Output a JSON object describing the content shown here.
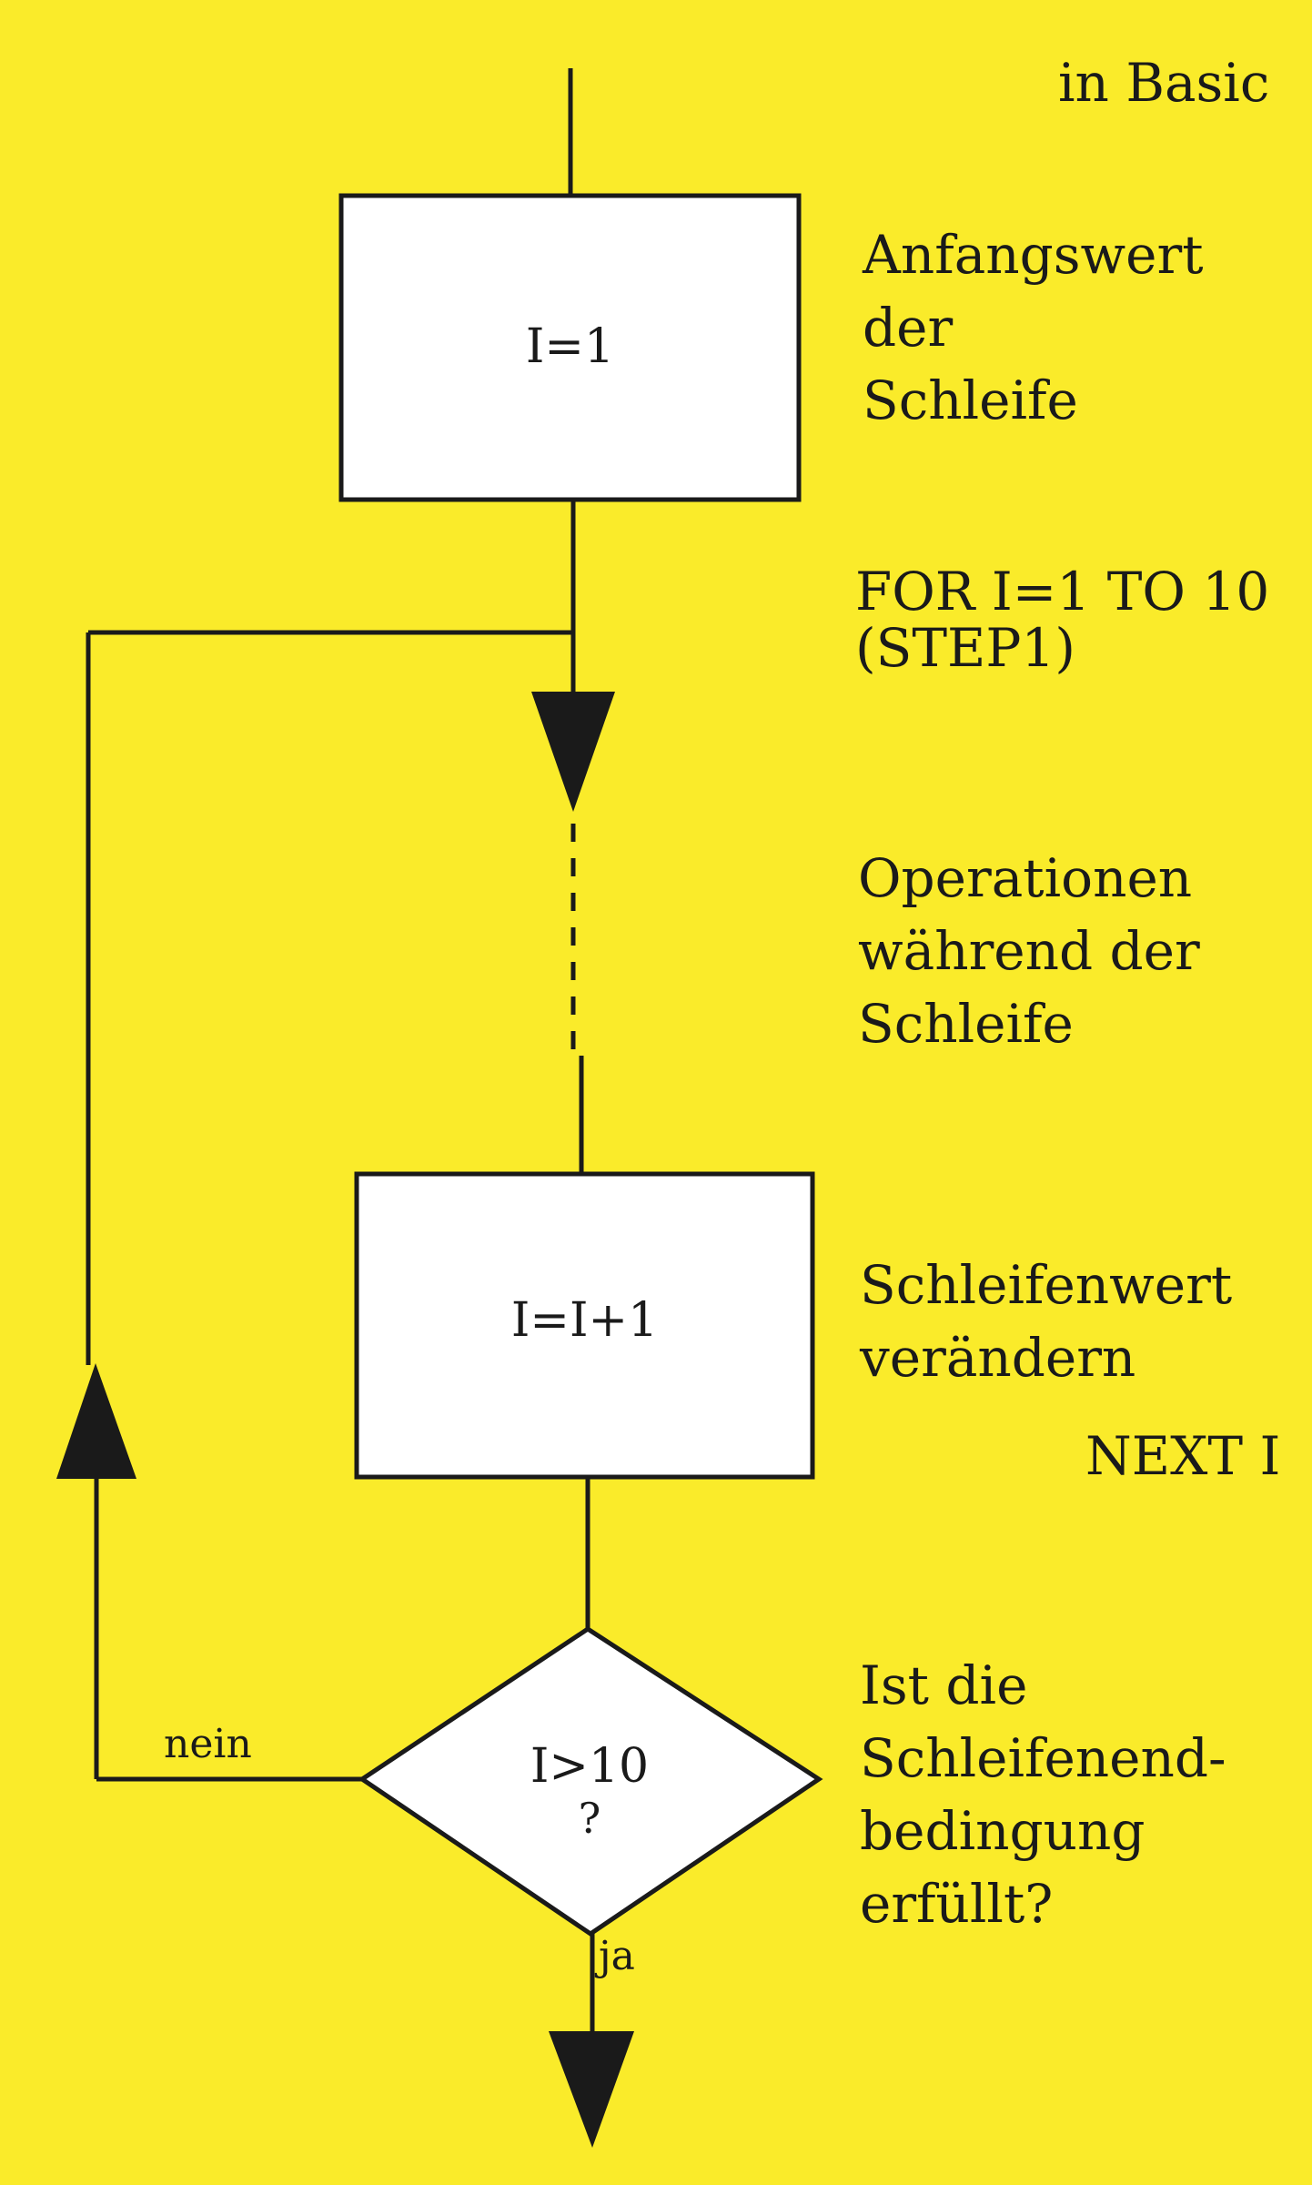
{
  "heading": "in Basic",
  "nodes": {
    "init_box": {
      "text": "I=1"
    },
    "step_box": {
      "text": "I=I+1"
    },
    "decision": {
      "text": "I>10",
      "question_mark": "?"
    }
  },
  "edges": {
    "no_label": "nein",
    "yes_label": "ja"
  },
  "annotations": {
    "start_value": [
      "Anfangswert",
      "der",
      "Schleife"
    ],
    "for_statement": [
      "FOR I=1 TO 10",
      "(STEP1)"
    ],
    "operations": [
      "Operationen",
      "während der",
      "Schleife"
    ],
    "change_value": [
      "Schleifenwert",
      "verändern"
    ],
    "next_statement": "NEXT I",
    "end_condition": [
      "Ist die",
      "Schleifenend-",
      "bedingung",
      "erfüllt?"
    ]
  },
  "colors": {
    "background": "#faeb2a",
    "stroke": "#1a1a1a",
    "box_fill": "#ffffff"
  }
}
